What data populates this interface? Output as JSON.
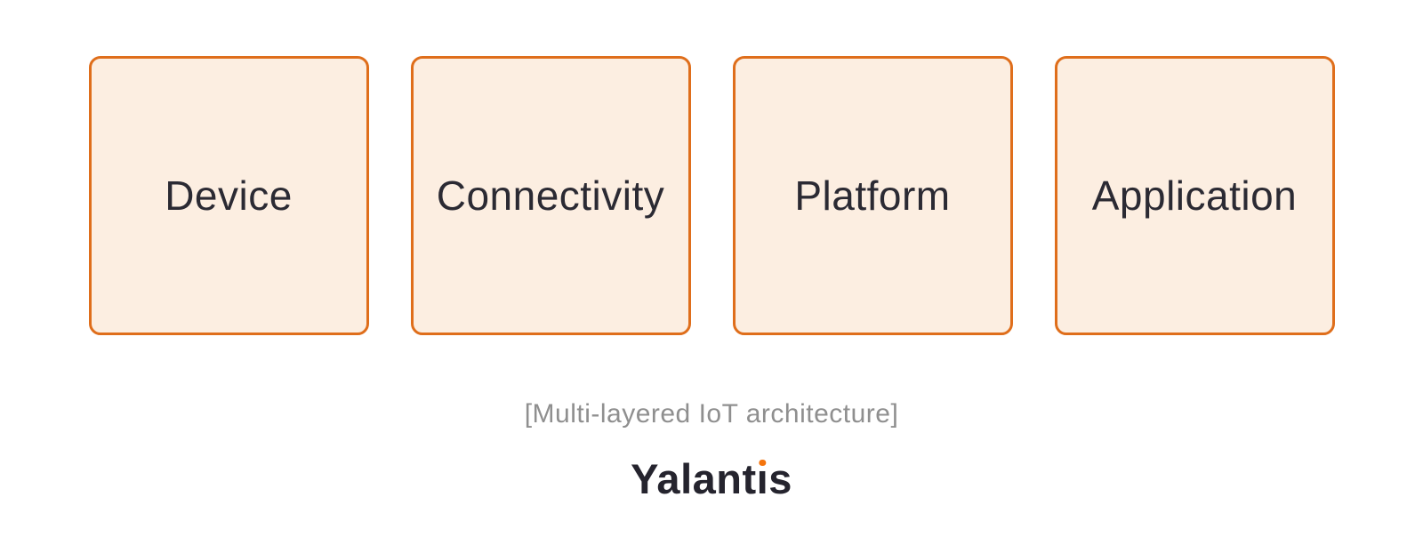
{
  "diagram": {
    "layers": [
      {
        "label": "Device"
      },
      {
        "label": "Connectivity"
      },
      {
        "label": "Platform"
      },
      {
        "label": "Application"
      }
    ],
    "caption": "[Multi-layered IoT architecture]"
  },
  "branding": {
    "logo_text": "Yalantis",
    "logo_part1": "Yalant",
    "logo_i": "ı",
    "logo_part2": "s"
  },
  "colors": {
    "box_border": "#DF6E1B",
    "box_fill": "#FCEEE1",
    "box_text": "#2B2A33",
    "caption_text": "#8F8F8F",
    "logo_text": "#25242E",
    "logo_dot": "#F4740D",
    "background": "#FFFFFF"
  }
}
